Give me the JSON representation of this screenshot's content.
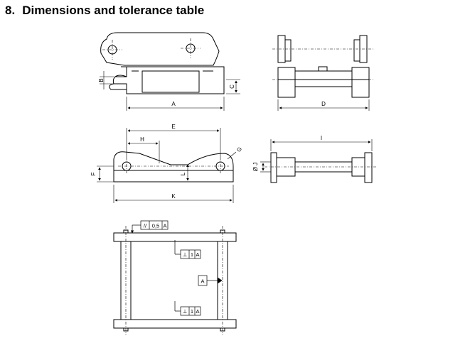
{
  "section": {
    "number": "8.",
    "title": "Dimensions and tolerance table"
  },
  "dimension_labels": {
    "A": "A",
    "B": "B",
    "C": "C",
    "D": "D",
    "E": "E",
    "F": "F",
    "G": "G",
    "H": "H",
    "I": "I",
    "J": "Ø J",
    "K": "K",
    "L": "L"
  },
  "tolerances": {
    "parallelism": {
      "symbol": "//",
      "value": "0,5",
      "datum": "A"
    },
    "perpendicular_top": {
      "symbol": "⊥",
      "value": "1",
      "datum": "A"
    },
    "perpendicular_bottom": {
      "symbol": "⊥",
      "value": "1",
      "datum": "A"
    },
    "datum_label": "A"
  }
}
